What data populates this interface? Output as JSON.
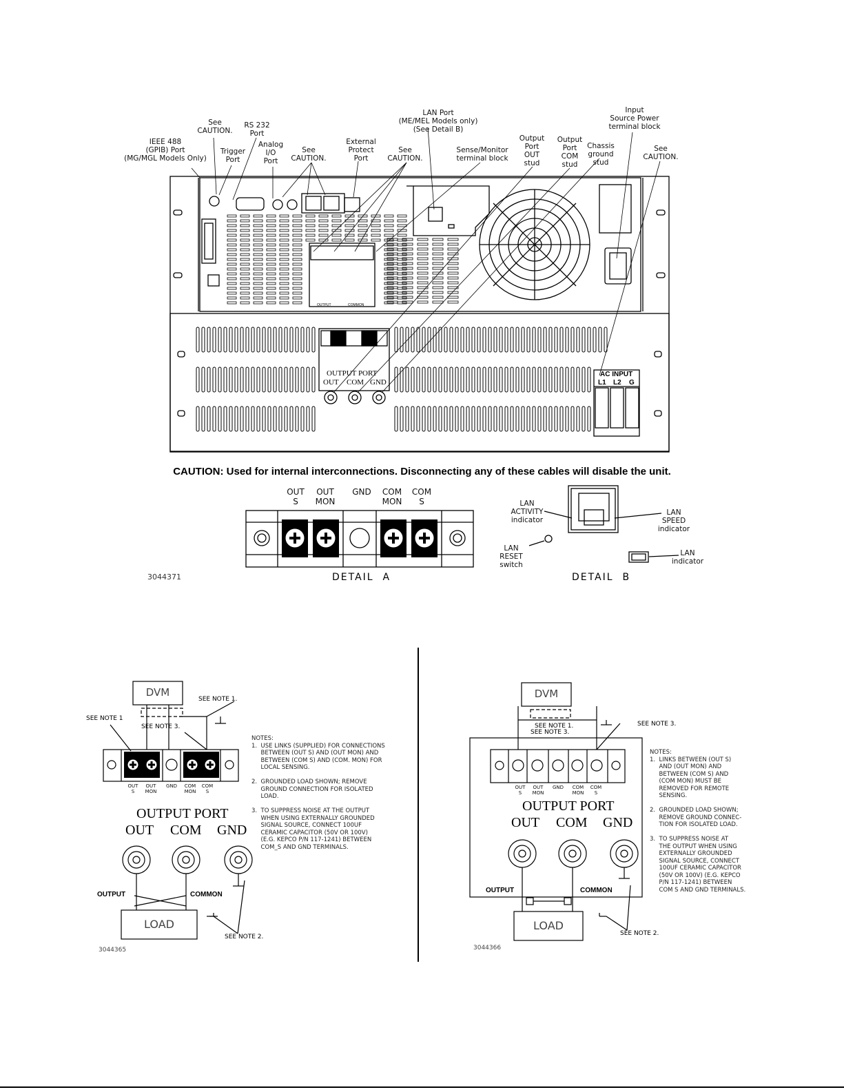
{
  "panel_labels": {
    "gpib_port": "IEEE 488\n(GPIB) Port\n(MG/MGL Models Only)",
    "see_caution_a": "See\nCAUTION.",
    "rs232_port": "RS 232\nPort",
    "trigger_port": "Trigger\nPort",
    "analog_io_port": "Analog\nI/O\nPort",
    "see_caution_b": "See\nCAUTION.",
    "external_protect_port": "External\nProtect\nPort",
    "see_caution_c": "See\nCAUTION.",
    "lan_port": "LAN Port\n(ME/MEL Models only)\n(See Detail B)",
    "sense_monitor_block": "Sense/Monitor\nterminal block",
    "output_port_out_stud": "Output\nPort\nOUT\nstud",
    "output_port_com_stud": "Output\nPort\nCOM\nstud",
    "chassis_ground_stud": "Chassis\nground\nstud",
    "input_source_power_block": "Input\nSource Power\nterminal block",
    "see_caution_d": "See\nCAUTION.",
    "panel_output_port": "OUTPUT PORT",
    "panel_out": "OUT",
    "panel_com": "COM",
    "panel_gnd": "GND",
    "ac_input": "AC INPUT",
    "ac_l1": "L1",
    "ac_l2": "L2",
    "ac_g": "G",
    "panel_output": "OUTPUT",
    "panel_common": "COMMON"
  },
  "caution_text": "CAUTION: Used for internal interconnections. Disconnecting any of these cables will disable the unit.",
  "detail_a": {
    "terminals": [
      "OUT\nS",
      "OUT\nMON",
      "GND",
      "COM\nMON",
      "COM\nS"
    ],
    "figure_number": "3044371",
    "title": "DETAIL  A"
  },
  "detail_b": {
    "lan_activity": "LAN\nACTIVITY\nindicator",
    "lan_speed": "LAN\nSPEED\nindicator",
    "lan_reset": "LAN\nRESET\nswitch",
    "lan_indicator": "LAN\nindicator",
    "title": "DETAIL  B"
  },
  "left_diagram": {
    "dvm": "DVM",
    "see_note_1a": "SEE NOTE 1.",
    "see_note_1b": "SEE NOTE 1",
    "see_note_3": "SEE NOTE 3.",
    "see_note_2": "SEE NOTE 2.",
    "terminal_labels": [
      "OUT\nS",
      "OUT\nMON",
      "GND",
      "COM\nMON",
      "COM\nS"
    ],
    "output_port": "OUTPUT PORT",
    "out": "OUT",
    "com": "COM",
    "gnd": "GND",
    "output": "OUTPUT",
    "common": "COMMON",
    "load": "LOAD",
    "figure_number": "3044365",
    "notes": "NOTES:\n1.  USE LINKS (SUPPLIED) FOR CONNECTIONS\n     BETWEEN (OUT S) AND (OUT MON) AND\n     BETWEEN (COM S) AND (COM. MON) FOR\n     LOCAL SENSING.\n\n2.  GROUNDED LOAD SHOWN; REMOVE\n     GROUND CONNECTION FOR ISOLATED\n     LOAD.\n\n3.  TO SUPPRESS NOISE AT THE OUTPUT\n     WHEN USING EXTERNALLY GROUNDED\n     SIGNAL SOURCE, CONNECT 100UF\n     CERAMIC CAPACITOR (50V OR 100V)\n     (E.G. KEPCO P/N 117-1241) BETWEEN\n     COM_S AND GND TERMINALS."
  },
  "right_diagram": {
    "dvm": "DVM",
    "see_note_1": "SEE NOTE 1.",
    "see_note_3a": "SEE NOTE 3.",
    "see_note_3b": "SEE NOTE 3.",
    "see_note_2": "SEE NOTE 2.",
    "terminal_labels": [
      "OUT\nS",
      "OUT\nMON",
      "GND",
      "COM\nMON",
      "COM\nS"
    ],
    "output_port": "OUTPUT PORT",
    "out": "OUT",
    "com": "COM",
    "gnd": "GND",
    "output": "OUTPUT",
    "common": "COMMON",
    "load": "LOAD",
    "figure_number": "3044366",
    "notes": "NOTES:\n1.  LINKS BETWEEN (OUT S)\n     AND (OUT MON) AND\n     BETWEEN (COM S) AND\n     (COM MON) MUST BE\n     REMOVED FOR REMOTE\n     SENSING.\n\n2.  GROUNDED LOAD SHOWN;\n     REMOVE GROUND CONNEC-\n     TION FOR ISOLATED LOAD.\n\n3.  TO SUPPRESS NOISE AT\n     THE OUTPUT WHEN USING\n     EXTERNALLY GROUNDED\n     SIGNAL SOURCE, CONNECT\n     100UF CERAMIC CAPACITOR\n     (50V OR 100V) (E.G. KEPCO\n     P/N 117-1241) BETWEEN\n     COM S AND GND TERMINALS."
  }
}
